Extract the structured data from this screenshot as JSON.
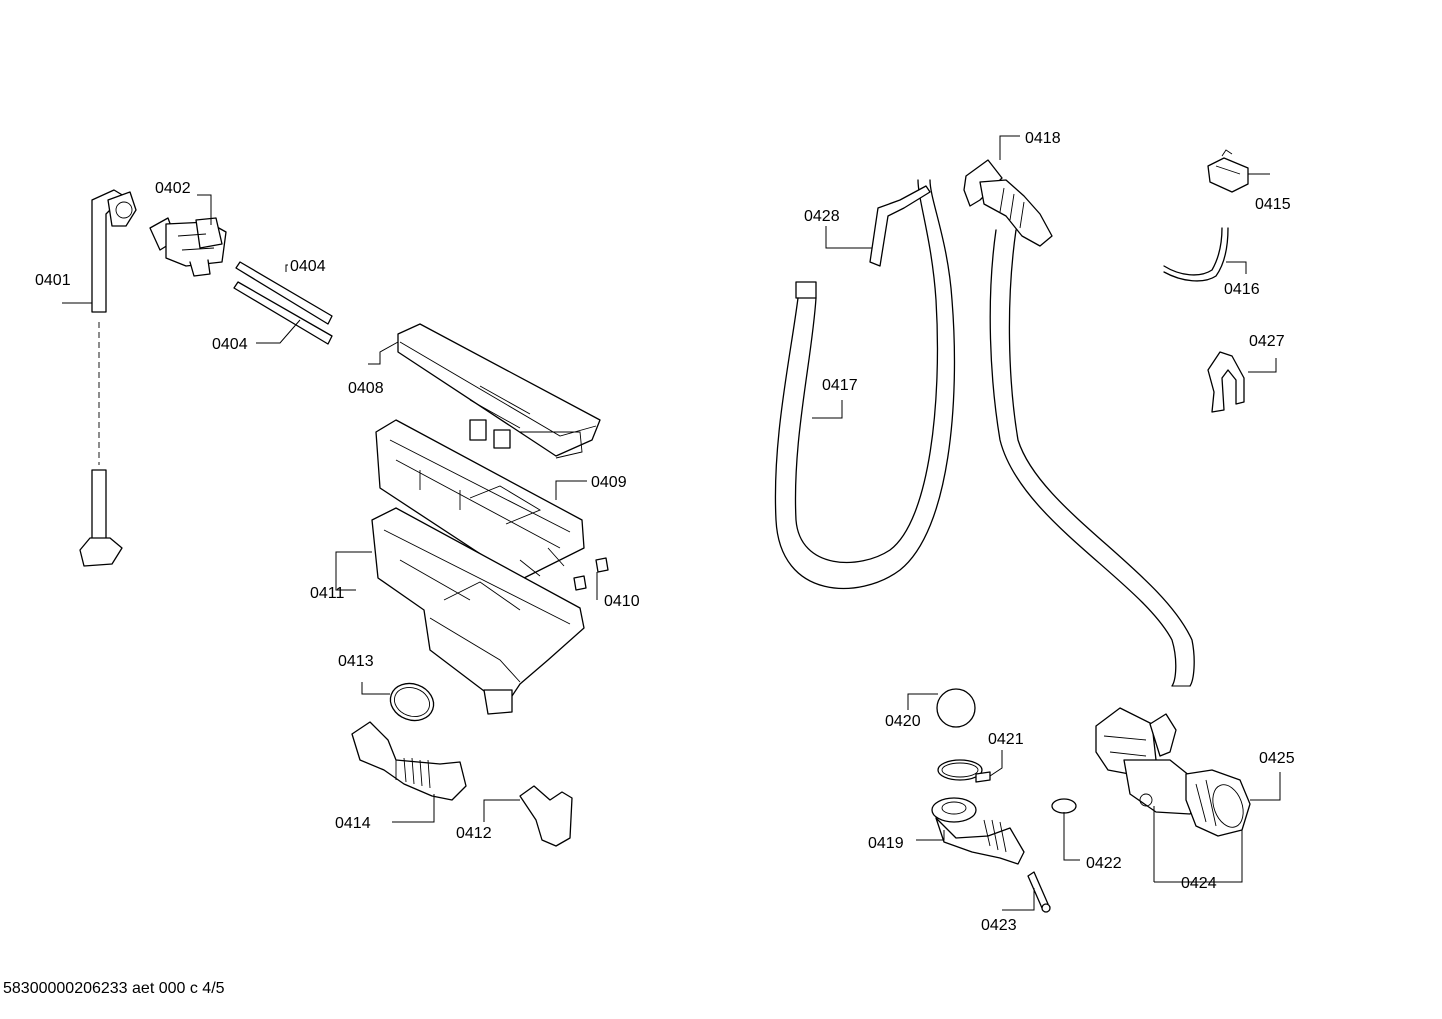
{
  "footer_text": "58300000206233 aet 000 c 4/5",
  "labels": {
    "p0401": "0401",
    "p0402": "0402",
    "p0404a": "0404",
    "p0404b": "0404",
    "p0408": "0408",
    "p0409": "0409",
    "p0410": "0410",
    "p0411": "0411",
    "p0412": "0412",
    "p0413": "0413",
    "p0414": "0414",
    "p0415": "0415",
    "p0416": "0416",
    "p0417": "0417",
    "p0418": "0418",
    "p0419": "0419",
    "p0420": "0420",
    "p0421": "0421",
    "p0422": "0422",
    "p0423": "0423",
    "p0424": "0424",
    "p0425": "0425",
    "p0427": "0427",
    "p0428": "0428"
  }
}
